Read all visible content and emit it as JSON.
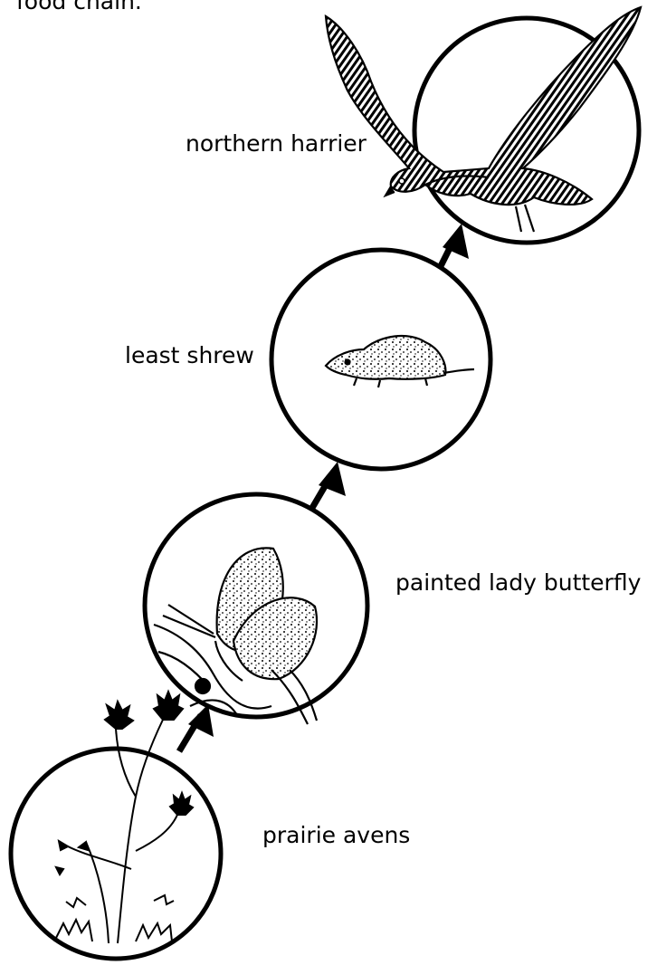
{
  "header_fragment": "food chain.",
  "organisms": [
    {
      "id": "prairie-avens",
      "label": "prairie avens",
      "icon": "flowering-plant"
    },
    {
      "id": "painted-lady-butterfly",
      "label": "painted lady butterfly",
      "icon": "butterfly"
    },
    {
      "id": "least-shrew",
      "label": "least shrew",
      "icon": "shrew"
    },
    {
      "id": "northern-harrier",
      "label": "northern harrier",
      "icon": "hawk"
    }
  ],
  "colors": {
    "ink": "#000000",
    "background": "#ffffff"
  }
}
